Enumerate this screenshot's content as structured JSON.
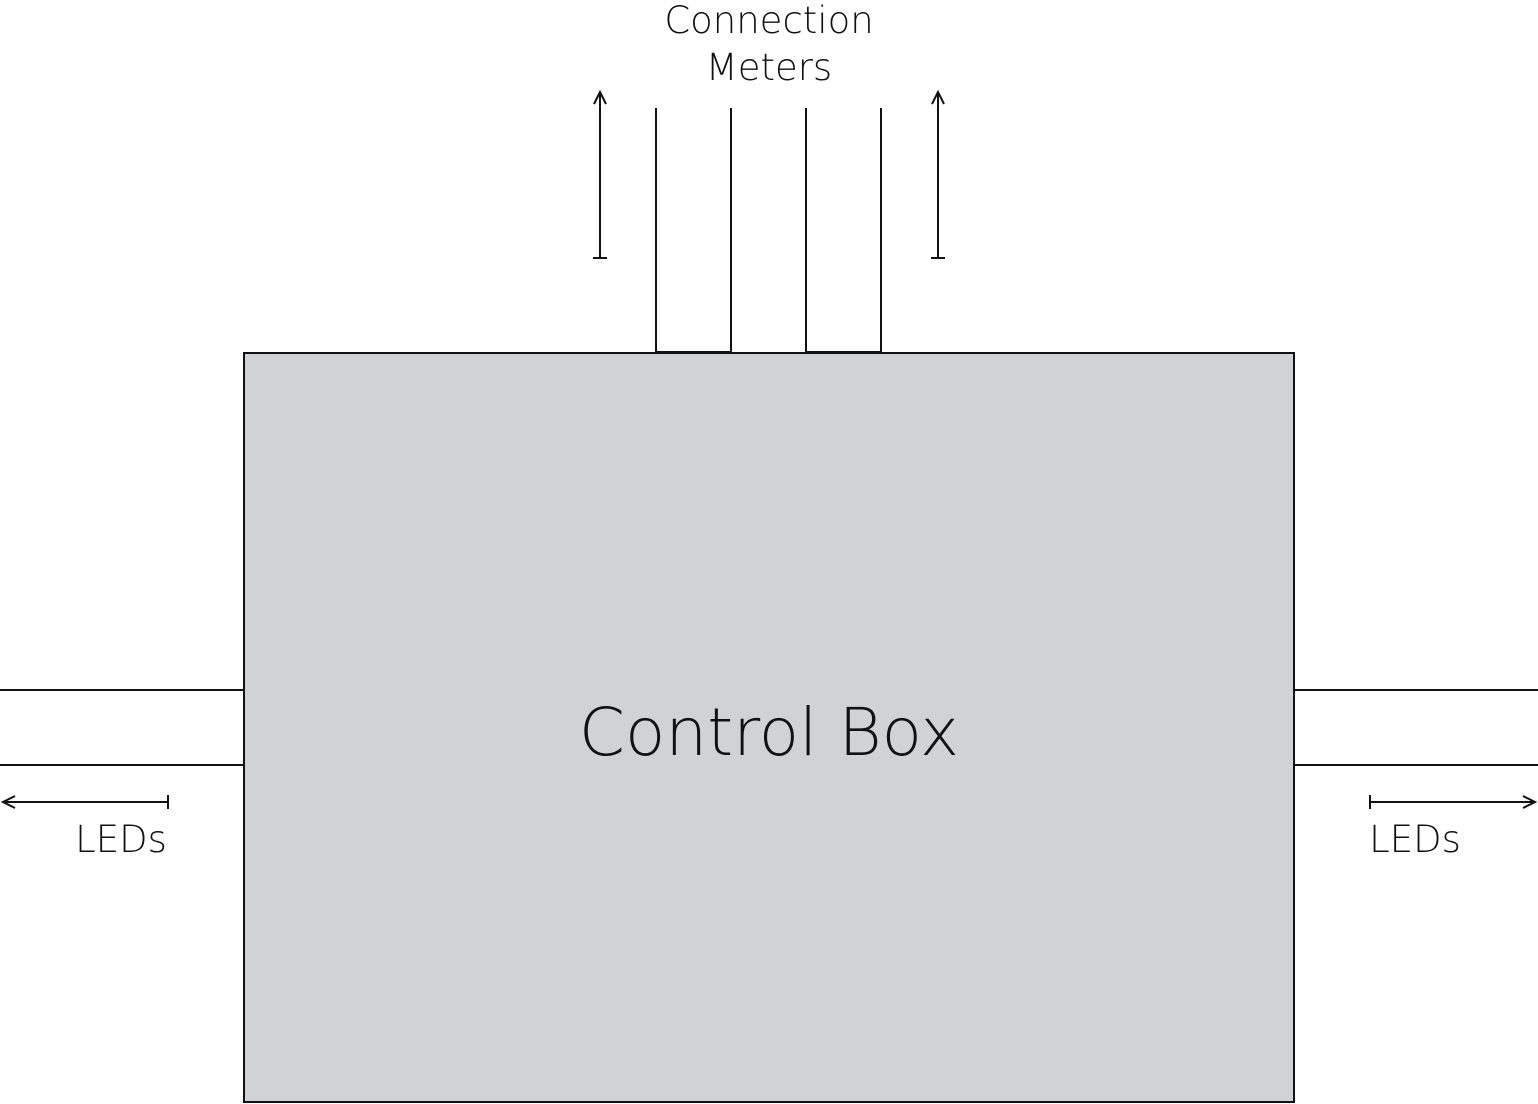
{
  "diagram": {
    "box_label": "Control Box",
    "top_label_line1": "Connection",
    "top_label_line2": "Meters",
    "left_label": "LEDs",
    "right_label": "LEDs"
  },
  "colors": {
    "box_fill": "#d1d2d4",
    "stroke": "#111111",
    "background": "#ffffff"
  }
}
